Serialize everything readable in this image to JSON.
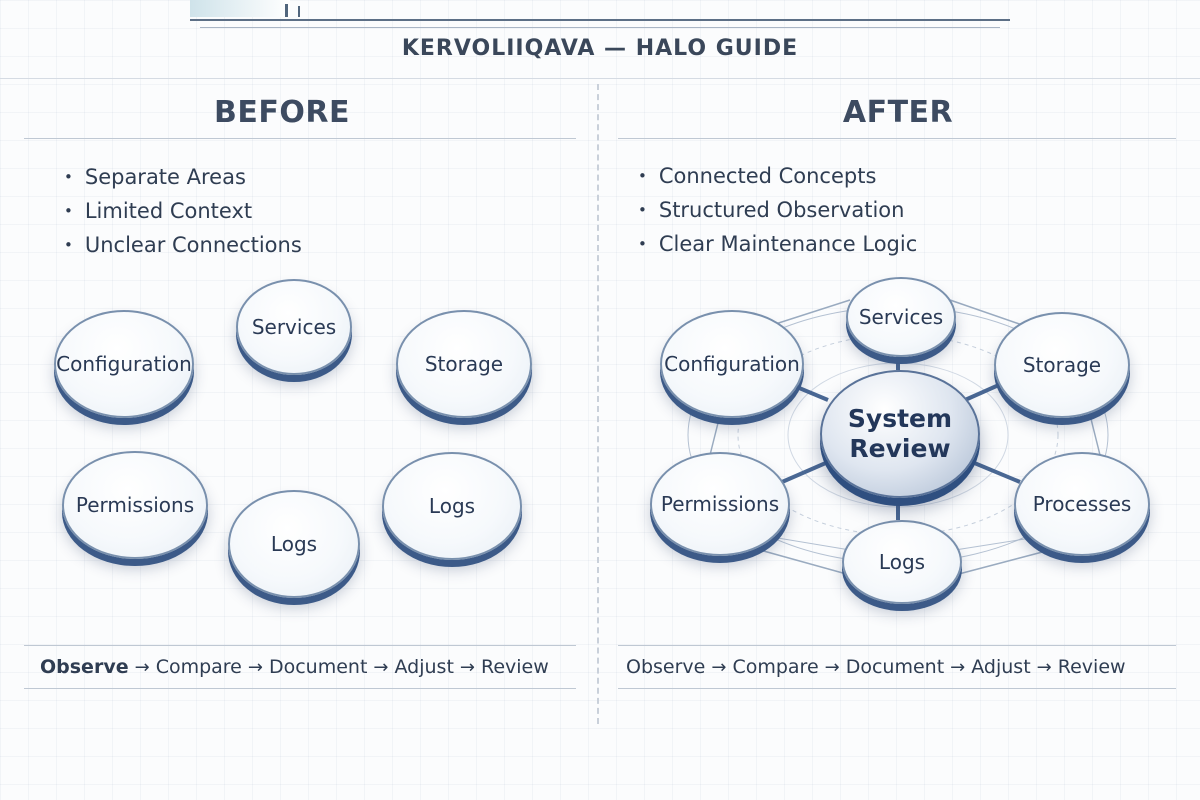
{
  "guide_title": "KERVOLIIQAVA — HALO GUIDE",
  "before": {
    "heading": "BEFORE",
    "bullets": [
      "Separate Areas",
      "Limited Context",
      "Unclear Connections"
    ],
    "nodes": [
      "Services",
      "Configuration",
      "Storage",
      "Permissions",
      "Logs",
      "Logs"
    ],
    "flow": [
      "Observe",
      "Compare",
      "Document",
      "Adjust",
      "Review"
    ]
  },
  "after": {
    "heading": "AFTER",
    "bullets": [
      "Connected Concepts",
      "Structured Observation",
      "Clear Maintenance Logic"
    ],
    "center_node": "System\nReview",
    "nodes": [
      "Services",
      "Configuration",
      "Storage",
      "Permissions",
      "Processes",
      "Logs"
    ],
    "flow": [
      "Observe",
      "Compare",
      "Document",
      "Adjust",
      "Review"
    ]
  },
  "arrow_glyph": "→",
  "colors": {
    "node_rim": "#3c5a88",
    "connector": "#4a6894",
    "text": "#2d3a4f"
  }
}
